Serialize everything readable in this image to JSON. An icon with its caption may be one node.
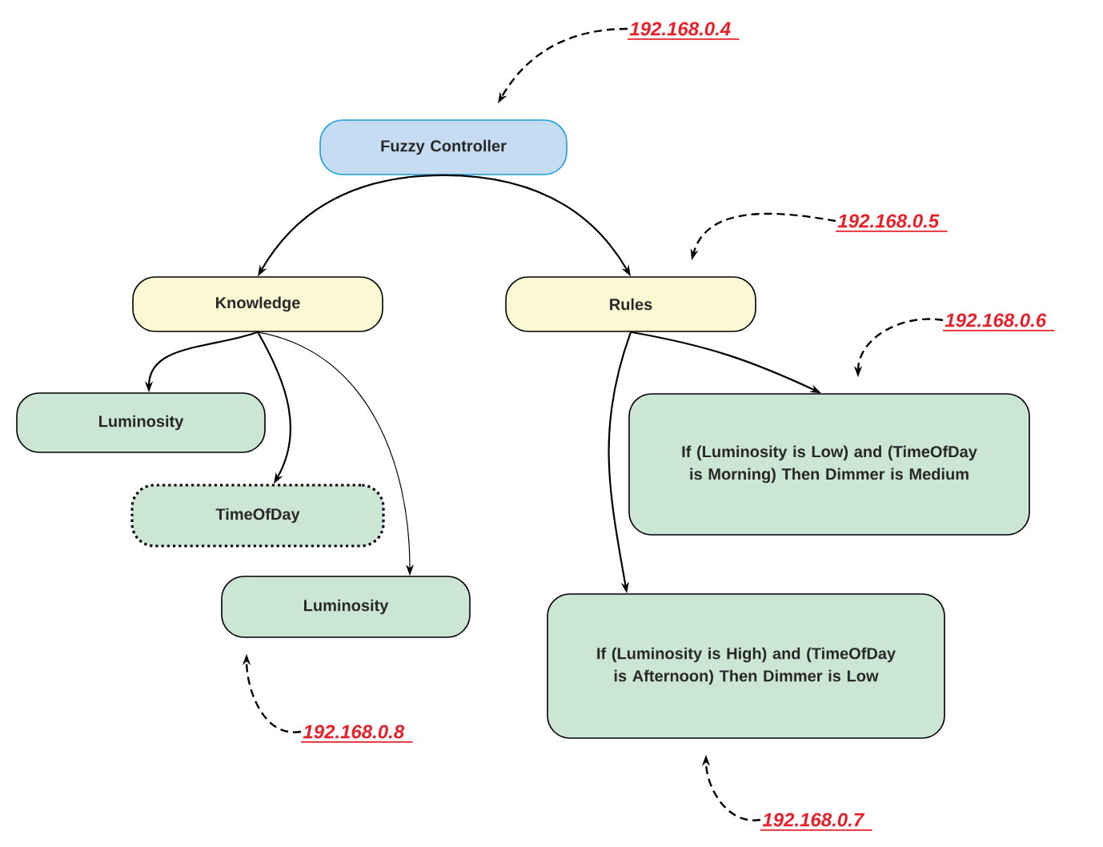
{
  "diagram": {
    "nodes": [
      {
        "text": [
          "Fuzzy Controller"
        ]
      },
      {
        "text": [
          "Knowledge"
        ]
      },
      {
        "text": [
          "Rules"
        ]
      },
      {
        "text": [
          "Luminosity"
        ]
      },
      {
        "text": [
          "TimeOfDay"
        ]
      },
      {
        "text": [
          "Luminosity"
        ]
      },
      {
        "text": [
          "If (Luminosity is Low) and (TimeOfDay is Morning) Then Dimmer is Medium"
        ]
      },
      {
        "text": [
          "If (Luminosity is High) and (TimeOfDay is Afternoon) Then Dimmer is Low"
        ]
      },
      {
        "text": [
          "192.168.0.4"
        ]
      },
      {
        "text": [
          "192.168.0.5"
        ]
      },
      {
        "text": [
          "192.168.0.6"
        ]
      },
      {
        "text": [
          "192.168.0.8"
        ]
      },
      {
        "text": [
          "192.168.0.7"
        ]
      }
    ],
    "edges": [
      {
        "from": 0,
        "to": 1,
        "arrow": "to"
      },
      {
        "from": 0,
        "to": 2,
        "arrow": "to"
      },
      {
        "from": 1,
        "to": 3,
        "arrow": "to"
      },
      {
        "from": 1,
        "to": 4,
        "arrow": "to"
      },
      {
        "from": 1,
        "to": 5,
        "arrow": "to"
      },
      {
        "from": 2,
        "to": 6,
        "arrow": "to"
      },
      {
        "from": 2,
        "to": 7,
        "arrow": "to"
      },
      {
        "from": 8,
        "to": 0,
        "arrow": "to",
        "style": "dashed"
      },
      {
        "from": 9,
        "to": 2,
        "arrow": "to",
        "style": "dashed"
      },
      {
        "from": 10,
        "to": 6,
        "arrow": "to",
        "style": "dashed"
      },
      {
        "from": 11,
        "to": 5,
        "arrow": "to",
        "style": "dashed"
      },
      {
        "from": 12,
        "to": 7,
        "arrow": "to",
        "style": "dashed"
      }
    ]
  }
}
